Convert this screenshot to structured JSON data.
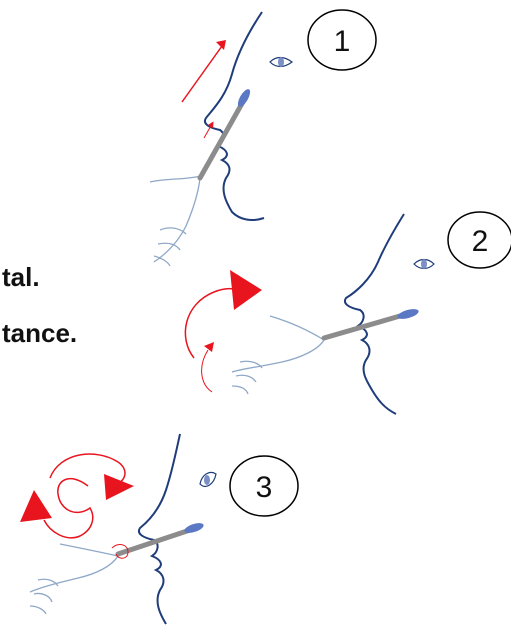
{
  "text_fragments": [
    "tal.",
    "tance."
  ],
  "steps": [
    {
      "number": "1"
    },
    {
      "number": "2"
    },
    {
      "number": "3"
    }
  ],
  "colors": {
    "face_outline": "#1f3d7a",
    "hand_outline": "#8fa8c8",
    "swab_stick": "#8c8c8c",
    "swab_tip": "#5b78c4",
    "arrow_red": "#e8141e",
    "circle_outline": "#000000"
  },
  "icons": [
    "face-profile-icon",
    "hand-icon",
    "swab-icon",
    "rotation-arrow-icon",
    "direction-arrow-icon"
  ]
}
